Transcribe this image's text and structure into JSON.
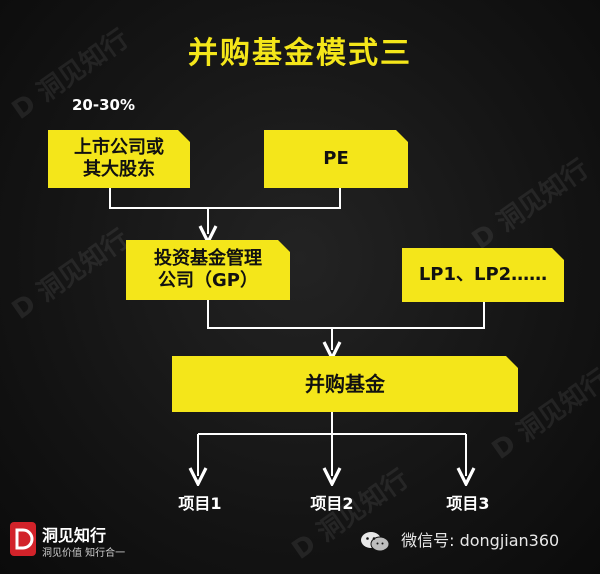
{
  "title": "并购基金模式三",
  "nodes": {
    "percent": "20-30%",
    "listed_company": [
      "上市公司或",
      "其大股东"
    ],
    "pe": "PE",
    "gp": [
      "投资基金管理",
      "公司（GP）"
    ],
    "lp": "LP1、LP2……",
    "fund": "并购基金",
    "projects": [
      "项目1",
      "项目2",
      "项目3"
    ]
  },
  "brand": {
    "name": "洞见知行",
    "slogan": "洞见价值 知行合一",
    "wechat": "微信号: dongjian360"
  },
  "colors": {
    "accent": "#f4e61a",
    "background": "#141414",
    "line": "#ffffff",
    "logo_red": "#d2232a"
  },
  "icons": [
    "wechat-icon",
    "logo-d-icon"
  ]
}
